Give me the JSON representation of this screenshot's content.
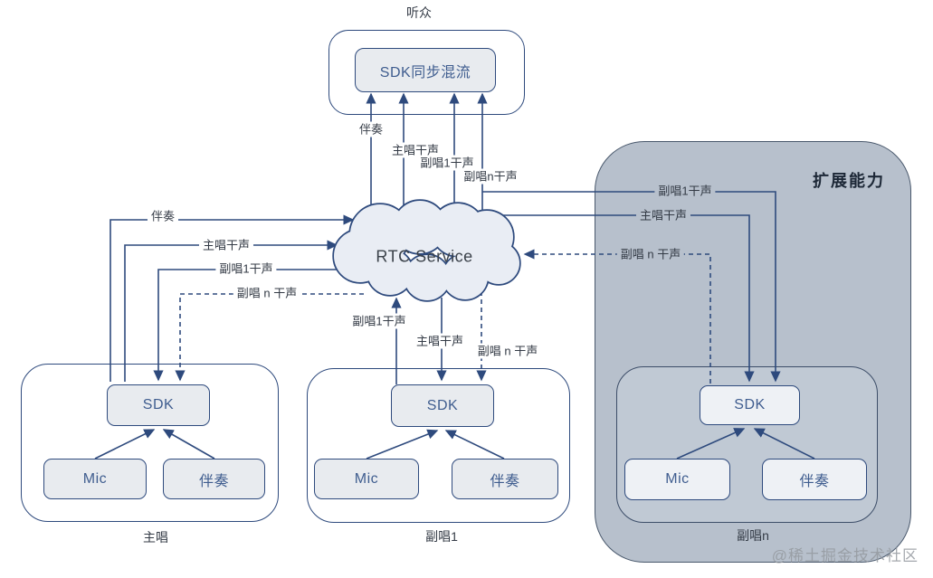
{
  "diagram": {
    "audience": {
      "caption": "听众",
      "mixer_label": "SDK同步混流"
    },
    "cloud_label": "RTC Service",
    "extension_label": "扩展能力",
    "groups": {
      "lead": {
        "caption": "主唱",
        "sdk": "SDK",
        "mic": "Mic",
        "accompaniment": "伴奏"
      },
      "backup1": {
        "caption": "副唱1",
        "sdk": "SDK",
        "mic": "Mic",
        "accompaniment": "伴奏"
      },
      "backupn": {
        "caption": "副唱n",
        "sdk": "SDK",
        "mic": "Mic",
        "accompaniment": "伴奏"
      }
    },
    "edge_labels": {
      "to_mixer": [
        "伴奏",
        "主唱干声",
        "副唱1干声",
        "副唱n干声"
      ],
      "lead_side": [
        "伴奏",
        "主唱干声",
        "副唱1干声",
        "副唱 n 干声"
      ],
      "backup1_side": [
        "副唱1干声",
        "主唱干声",
        "副唱 n 干声"
      ],
      "extension_side": [
        "副唱1干声",
        "主唱干声",
        "副唱 n 干声"
      ]
    },
    "watermark": "@稀土掘金技术社区",
    "colors": {
      "line": "#2e4a7d",
      "panel_fill": "#b7c0cc",
      "node_fill": "#e8ebef",
      "cloud_fill": "#e9edf4",
      "box_text": "#3f5d8f",
      "label_text": "#343b46"
    }
  }
}
